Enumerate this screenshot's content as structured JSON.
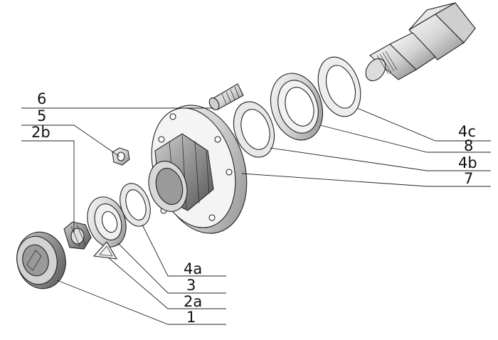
{
  "callouts": [
    {
      "id": "c-6",
      "text": "6"
    },
    {
      "id": "c-5",
      "text": "5"
    },
    {
      "id": "c-2b",
      "text": "2b"
    },
    {
      "id": "c-4c",
      "text": "4c"
    },
    {
      "id": "c-8",
      "text": "8"
    },
    {
      "id": "c-4b",
      "text": "4b"
    },
    {
      "id": "c-7",
      "text": "7"
    },
    {
      "id": "c-4a",
      "text": "4a"
    },
    {
      "id": "c-3",
      "text": "3"
    },
    {
      "id": "c-2a",
      "text": "2a"
    },
    {
      "id": "c-1",
      "text": "1"
    }
  ],
  "colors": {
    "line": "#222222",
    "shade_light": "#e6e6e6",
    "shade_mid": "#bdbdbd",
    "shade_dark": "#7a7a7a"
  }
}
